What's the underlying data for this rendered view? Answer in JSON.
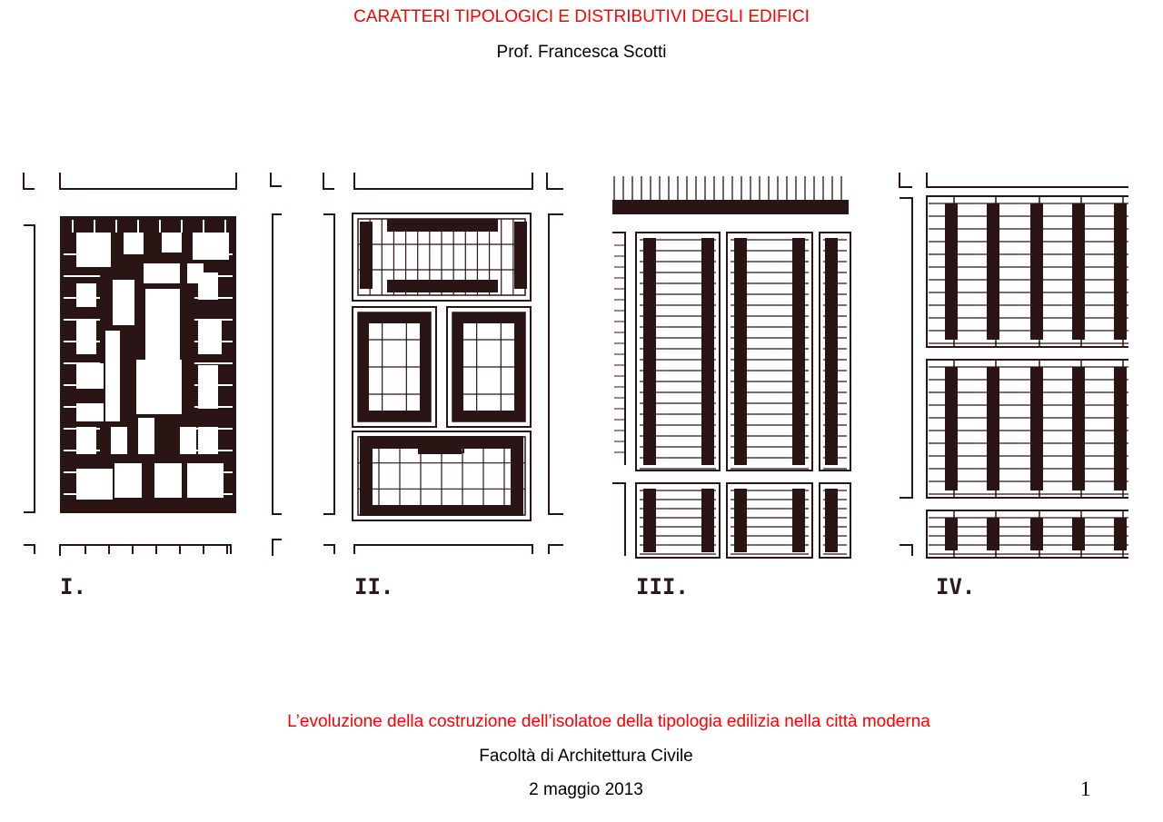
{
  "header": {
    "title": "CARATTERI TIPOLOGICI E DISTRIBUTIVI DEGLI EDIFICI",
    "author": "Prof. Francesca Scotti"
  },
  "figure": {
    "panels": [
      {
        "label": "I."
      },
      {
        "label": "II."
      },
      {
        "label": "III."
      },
      {
        "label": "IV."
      }
    ],
    "ink_color": "#2a1414"
  },
  "footer": {
    "subtitle": "L’evoluzione della costruzione dell’isolatoe della tipologia edilizia nella città moderna",
    "faculty": "Facoltà di Architettura Civile",
    "date": "2 maggio 2013",
    "page_number": "1"
  },
  "colors": {
    "title": "#ff0000",
    "text": "#000000"
  }
}
